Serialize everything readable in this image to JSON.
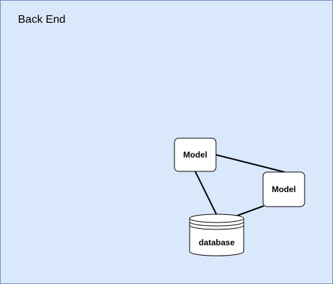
{
  "container": {
    "title": "Back End",
    "fill": "#dae8fc",
    "stroke": "#6c8ebf"
  },
  "nodes": {
    "model_1": {
      "label": "Model",
      "shape": "rounded-rectangle"
    },
    "model_2": {
      "label": "Model",
      "shape": "rounded-rectangle"
    },
    "database": {
      "label": "database",
      "shape": "cylinder"
    }
  },
  "edges": [
    {
      "from": "model_1",
      "to": "model_2"
    },
    {
      "from": "model_1",
      "to": "database"
    },
    {
      "from": "model_2",
      "to": "database"
    }
  ]
}
